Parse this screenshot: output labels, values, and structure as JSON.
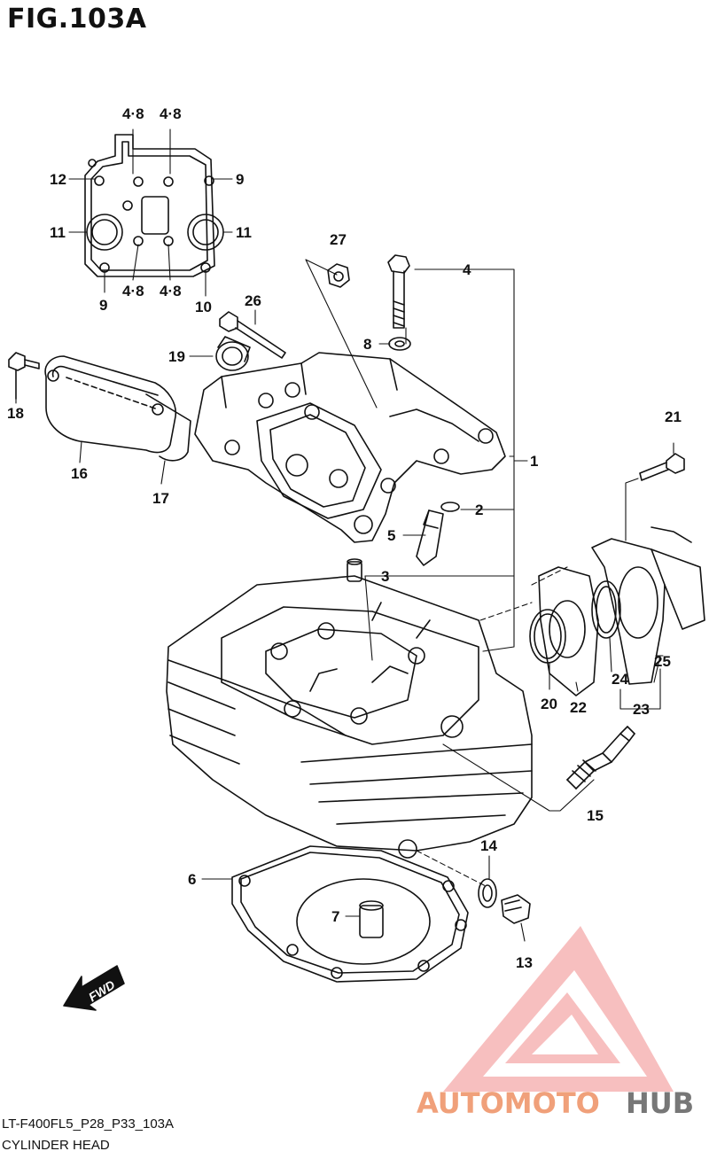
{
  "figure": {
    "title": "FIG.103A",
    "code": "LT-F400FL5_P28_P33_103A",
    "name": "CYLINDER HEAD",
    "fwd_label": "FWD"
  },
  "watermark": {
    "part1": "AUTOMOTO",
    "part2": "HUB",
    "color_accent": "#f0a07a",
    "color_dark": "#777777",
    "logo_color": "#f08080"
  },
  "callouts": {
    "c1": "1",
    "c2": "2",
    "c3": "3",
    "c4": "4",
    "c5": "5",
    "c6": "6",
    "c7": "7",
    "c8": "8",
    "c13": "13",
    "c14": "14",
    "c15": "15",
    "c16": "16",
    "c17": "17",
    "c18": "18",
    "c19": "19",
    "c20": "20",
    "c21": "21",
    "c22": "22",
    "c23": "23",
    "c24": "24",
    "c25": "25",
    "c26": "26",
    "c27": "27",
    "tl_48a": "4·8",
    "tl_48b": "4·8",
    "bl_48a": "4·8",
    "bl_48b": "4·8",
    "g12": "12",
    "g9a": "9",
    "g11a": "11",
    "g11b": "11",
    "g9b": "9",
    "g10": "10"
  }
}
